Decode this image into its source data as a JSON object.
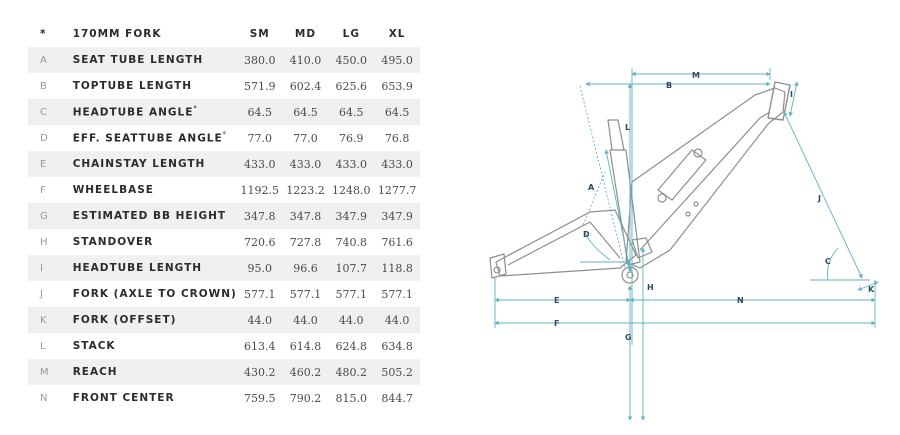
{
  "header": {
    "star": "*",
    "fork_label": "170MM FORK",
    "sizes": [
      "SM",
      "MD",
      "LG",
      "XL"
    ]
  },
  "rows": [
    {
      "letter": "A",
      "name": "SEAT TUBE LENGTH",
      "values": [
        "380.0",
        "410.0",
        "450.0",
        "495.0"
      ]
    },
    {
      "letter": "B",
      "name": "TOPTUBE LENGTH",
      "values": [
        "571.9",
        "602.4",
        "625.6",
        "653.9"
      ]
    },
    {
      "letter": "C",
      "name": "HEADTUBE ANGLE°",
      "values": [
        "64.5",
        "64.5",
        "64.5",
        "64.5"
      ]
    },
    {
      "letter": "D",
      "name": "EFF. SEATTUBE ANGLE°",
      "values": [
        "77.0",
        "77.0",
        "76.9",
        "76.8"
      ]
    },
    {
      "letter": "E",
      "name": "CHAINSTAY LENGTH",
      "values": [
        "433.0",
        "433.0",
        "433.0",
        "433.0"
      ]
    },
    {
      "letter": "F",
      "name": "WHEELBASE",
      "values": [
        "1192.5",
        "1223.2",
        "1248.0",
        "1277.7"
      ]
    },
    {
      "letter": "G",
      "name": "ESTIMATED BB HEIGHT",
      "values": [
        "347.8",
        "347.8",
        "347.9",
        "347.9"
      ]
    },
    {
      "letter": "H",
      "name": "STANDOVER",
      "values": [
        "720.6",
        "727.8",
        "740.8",
        "761.6"
      ]
    },
    {
      "letter": "I",
      "name": "HEADTUBE LENGTH",
      "values": [
        "95.0",
        "96.6",
        "107.7",
        "118.8"
      ]
    },
    {
      "letter": "J",
      "name": "FORK (AXLE TO CROWN)",
      "values": [
        "577.1",
        "577.1",
        "577.1",
        "577.1"
      ]
    },
    {
      "letter": "K",
      "name": "FORK (OFFSET)",
      "values": [
        "44.0",
        "44.0",
        "44.0",
        "44.0"
      ]
    },
    {
      "letter": "L",
      "name": "STACK",
      "values": [
        "613.4",
        "614.8",
        "624.8",
        "634.8"
      ]
    },
    {
      "letter": "M",
      "name": "REACH",
      "values": [
        "430.2",
        "460.2",
        "480.2",
        "505.2"
      ]
    },
    {
      "letter": "N",
      "name": "FRONT CENTER",
      "values": [
        "759.5",
        "790.2",
        "815.0",
        "844.7"
      ]
    }
  ],
  "diagram": {
    "labels": {
      "A": "A",
      "B": "B",
      "C": "C",
      "D": "D",
      "E": "E",
      "F": "F",
      "G": "G",
      "H": "H",
      "I": "I",
      "J": "J",
      "K": "K",
      "L": "L",
      "M": "M",
      "N": "N"
    },
    "colors": {
      "frame": "#8e8e8e",
      "dim": "#5fb3bf",
      "label": "#2c4b5e"
    }
  }
}
